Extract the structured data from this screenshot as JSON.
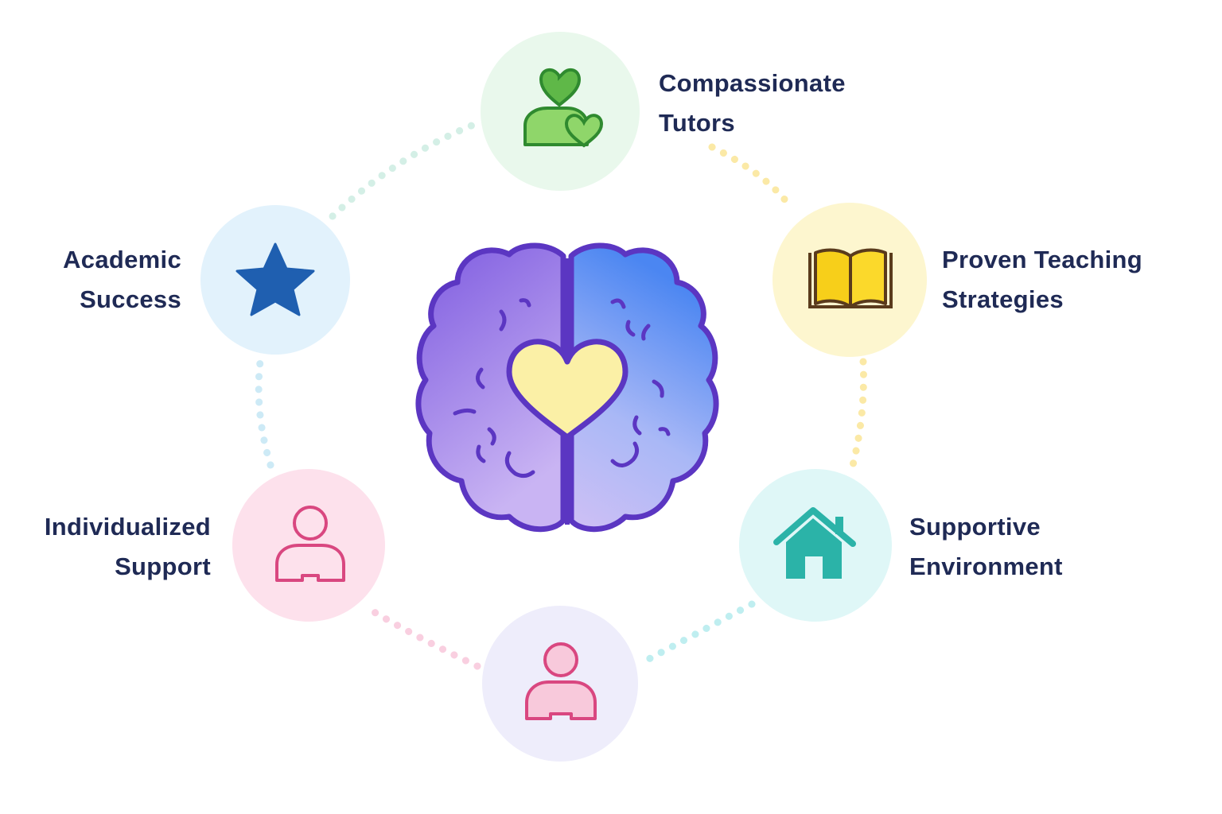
{
  "nodes": {
    "top": {
      "line1": "Compassionate",
      "line2": "Tutors",
      "icon": "people-heart-icon",
      "bg": "#e9f8ec",
      "accent": "#4caf50"
    },
    "upper_right": {
      "line1": "Proven Teaching",
      "line2": "Strategies",
      "icon": "open-book-icon",
      "bg": "#fdf6cf",
      "accent": "#f5c518"
    },
    "lower_right": {
      "line1": "Supportive",
      "line2": "Environment",
      "icon": "house-icon",
      "bg": "#dff7f7",
      "accent": "#2bb3a8"
    },
    "bottom": {
      "icon": "person-icon",
      "bg": "#eeedfb",
      "accent": "#e0528a"
    },
    "lower_left": {
      "line1": "Individualized",
      "line2": "Support",
      "icon": "person-icon",
      "bg": "#fde1ec",
      "accent": "#e0528a"
    },
    "upper_left": {
      "line1": "Academic",
      "line2": "Success",
      "icon": "star-icon",
      "bg": "#e2f2fc",
      "accent": "#1f5fb0"
    }
  },
  "center": {
    "icon": "brain-heart-icon",
    "outline": "#5b36c2",
    "heart": "#fbf0a6"
  },
  "text_color": "#1f2a55"
}
